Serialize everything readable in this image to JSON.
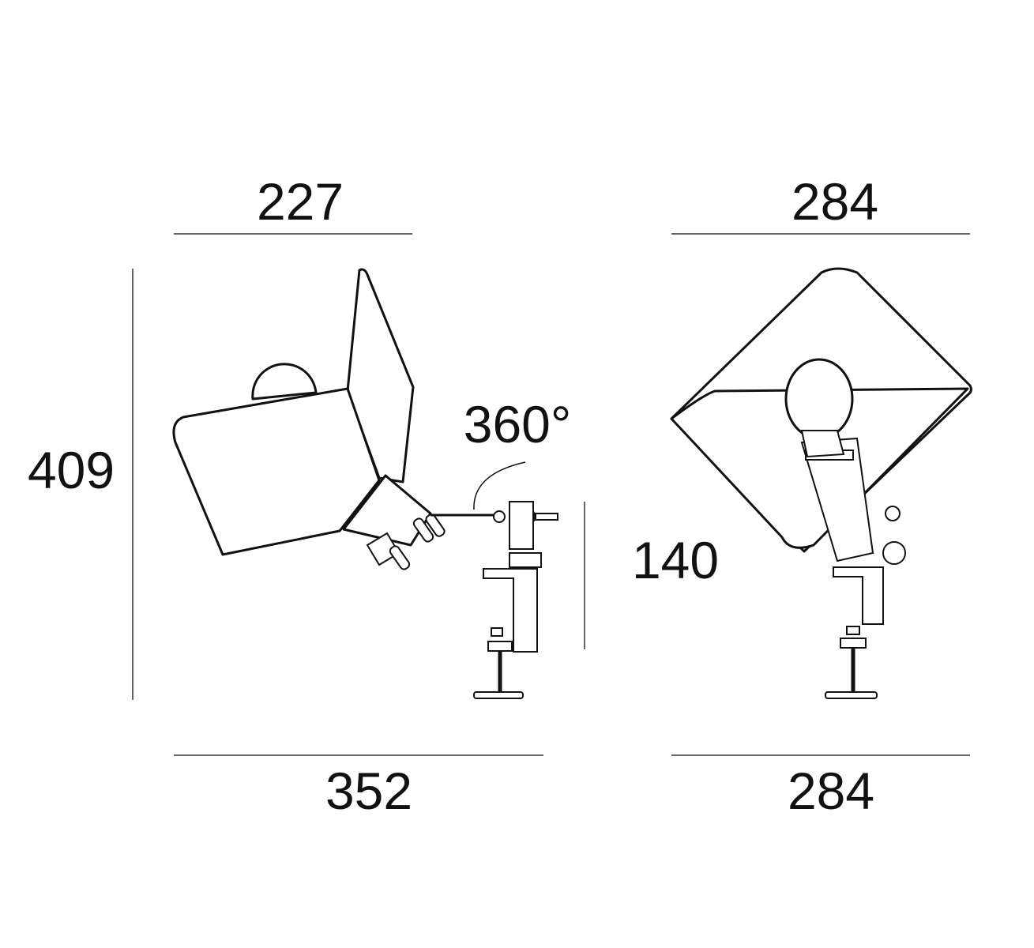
{
  "dimensions": {
    "side_top_width": "227",
    "front_top_width": "284",
    "total_height": "409",
    "rotation": "360°",
    "clamp_height": "140",
    "side_bottom_width": "352",
    "front_bottom_width": "284"
  }
}
